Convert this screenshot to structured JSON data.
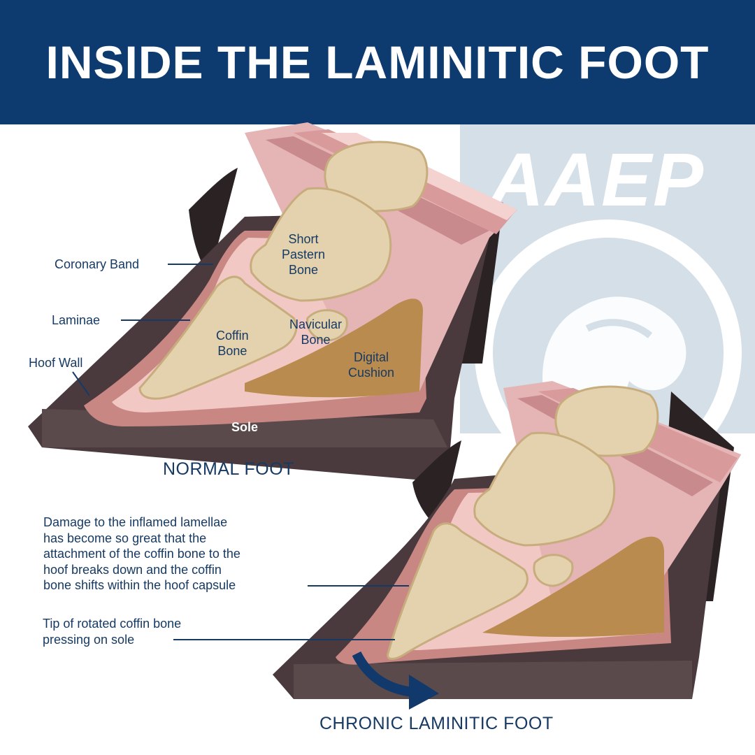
{
  "title": "INSIDE THE LAMINITIC FOOT",
  "brand": {
    "logo_text": "AAEP"
  },
  "normal_foot": {
    "caption": "NORMAL FOOT",
    "labels": {
      "coronary_band": "Coronary Band",
      "laminae": "Laminae",
      "hoof_wall": "Hoof Wall",
      "short_pastern_bone": "Short\nPastern\nBone",
      "coffin_bone": "Coffin\nBone",
      "navicular_bone": "Navicular\nBone",
      "digital_cushion": "Digital\nCushion",
      "sole": "Sole"
    }
  },
  "laminitic_foot": {
    "caption": "CHRONIC LAMINITIC FOOT",
    "notes": {
      "lamellae_damage": "Damage to the inflamed lamellae\nhas become so great that the\nattachment of the coffin bone to the\nhoof breaks down and the coffin\nbone shifts within the hoof capsule",
      "tip_pressure": "Tip of rotated coffin bone\npressing on sole"
    }
  },
  "colors": {
    "banner": "#0d3b70",
    "label_text": "#163a63",
    "brand_panel": "#d5dfe8",
    "hoof_wall": "#4a3a3d",
    "laminae": "#c98784",
    "bone": "#e4d2ae",
    "digital_cushion": "#b98b4e",
    "tendon": "#d99a9c"
  }
}
